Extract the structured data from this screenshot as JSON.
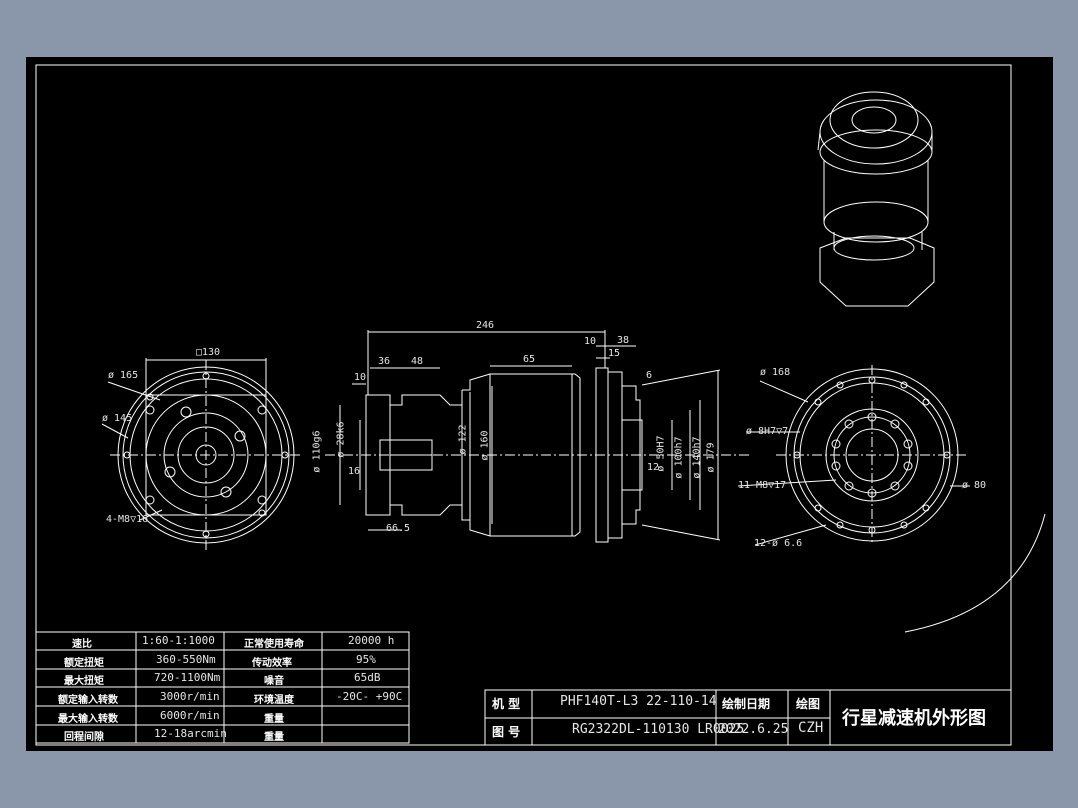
{
  "specs": {
    "rows": [
      {
        "label": "速比",
        "value": "1:60-1:1000",
        "label2": "正常使用寿命",
        "value2": "20000 h"
      },
      {
        "label": "额定扭矩",
        "value": "360-550Nm",
        "label2": "传动效率",
        "value2": "95%"
      },
      {
        "label": "最大扭矩",
        "value": "720-1100Nm",
        "label2": "噪音",
        "value2": "65dB"
      },
      {
        "label": "额定输入转数",
        "value": "3000r/min",
        "label2": "环境温度",
        "value2": "-20C- +90C"
      },
      {
        "label": "最大输入转数",
        "value": "6000r/min",
        "label2": "重量",
        "value2": ""
      },
      {
        "label": "回程间隙",
        "value": "12-18arcmin",
        "label2": "重量",
        "value2": ""
      }
    ]
  },
  "title_block": {
    "model_label": "机 型",
    "model_value": "PHF140T-L3 22-110-14",
    "drawing_label": "图 号",
    "drawing_value": "RG2322DL-110130 LR0025",
    "date_label": "绘制日期",
    "date_value": "2022.6.25",
    "drawer_label": "绘图",
    "drawer_value": "CZH",
    "title": "行星减速机外形图"
  },
  "dims": {
    "left_view": {
      "square": "□130",
      "d165": "ø 165",
      "d145": "ø 145",
      "holes": "4-M8▽16"
    },
    "side_view": {
      "overall": "246",
      "d36": "36",
      "d48": "48",
      "d10a": "10",
      "d65": "65",
      "d10b": "10",
      "d15": "15",
      "d38": "38",
      "d6": "6",
      "d665": "66.5",
      "d16": "16",
      "d122": "ø 122",
      "d160": "ø 160",
      "d110g6": "ø 110g6",
      "d286": "ø 28k6",
      "d50H7": "ø 50H7",
      "d100h7": "ø 100h7",
      "d140h7": "ø 140h7",
      "d179": "ø 179",
      "d12": "12"
    },
    "right_view": {
      "d168": "ø 168",
      "d8h7": "ø 8H7▽7",
      "holes11": "11-M8▽17",
      "d80": "ø 80",
      "holes12": "12-ø 6.6"
    }
  },
  "colors": {
    "frame_bg": "#000000",
    "outer_bg": "#8a97ab",
    "line": "#ffffff"
  }
}
